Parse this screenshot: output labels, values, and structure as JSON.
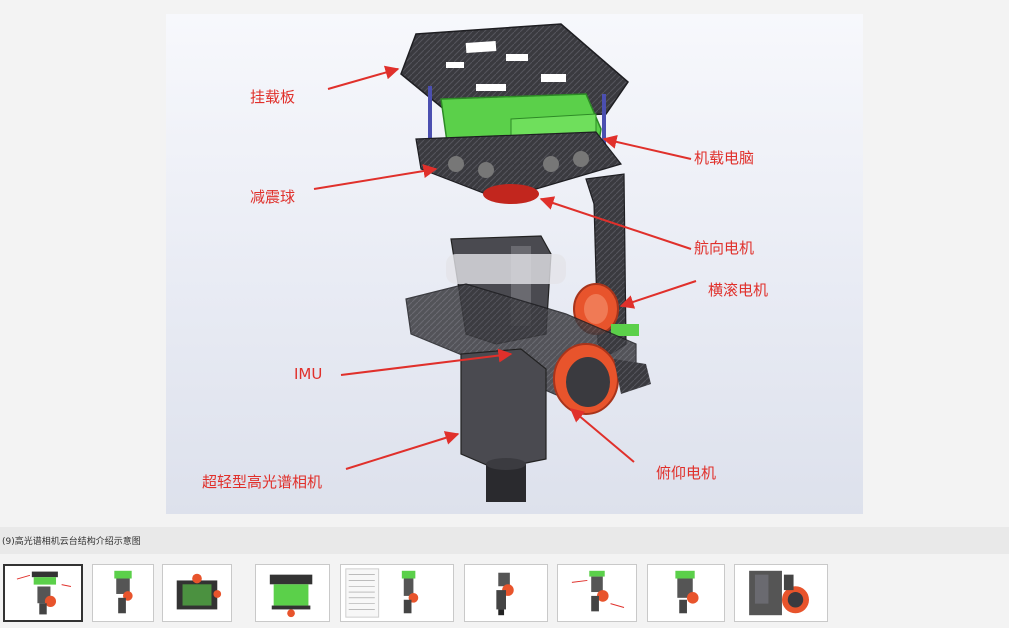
{
  "figure": {
    "callouts": {
      "mount_plate": "挂载板",
      "onboard_computer": "机载电脑",
      "damping_ball": "减震球",
      "yaw_motor": "航向电机",
      "roll_motor": "横滚电机",
      "imu": "IMU",
      "camera": "超轻型高光谱相机",
      "pitch_motor": "俯仰电机"
    }
  },
  "caption": "(9)高光谱相机云台结构介绍示意图",
  "thumbnails": {
    "count": 9,
    "active_index": 0
  },
  "colors": {
    "label_red": "#e0302b",
    "carbon": "#2f2f33",
    "green": "#5bd04a",
    "motor_red": "#e8542c",
    "caption_bg": "#e9e9e9"
  }
}
